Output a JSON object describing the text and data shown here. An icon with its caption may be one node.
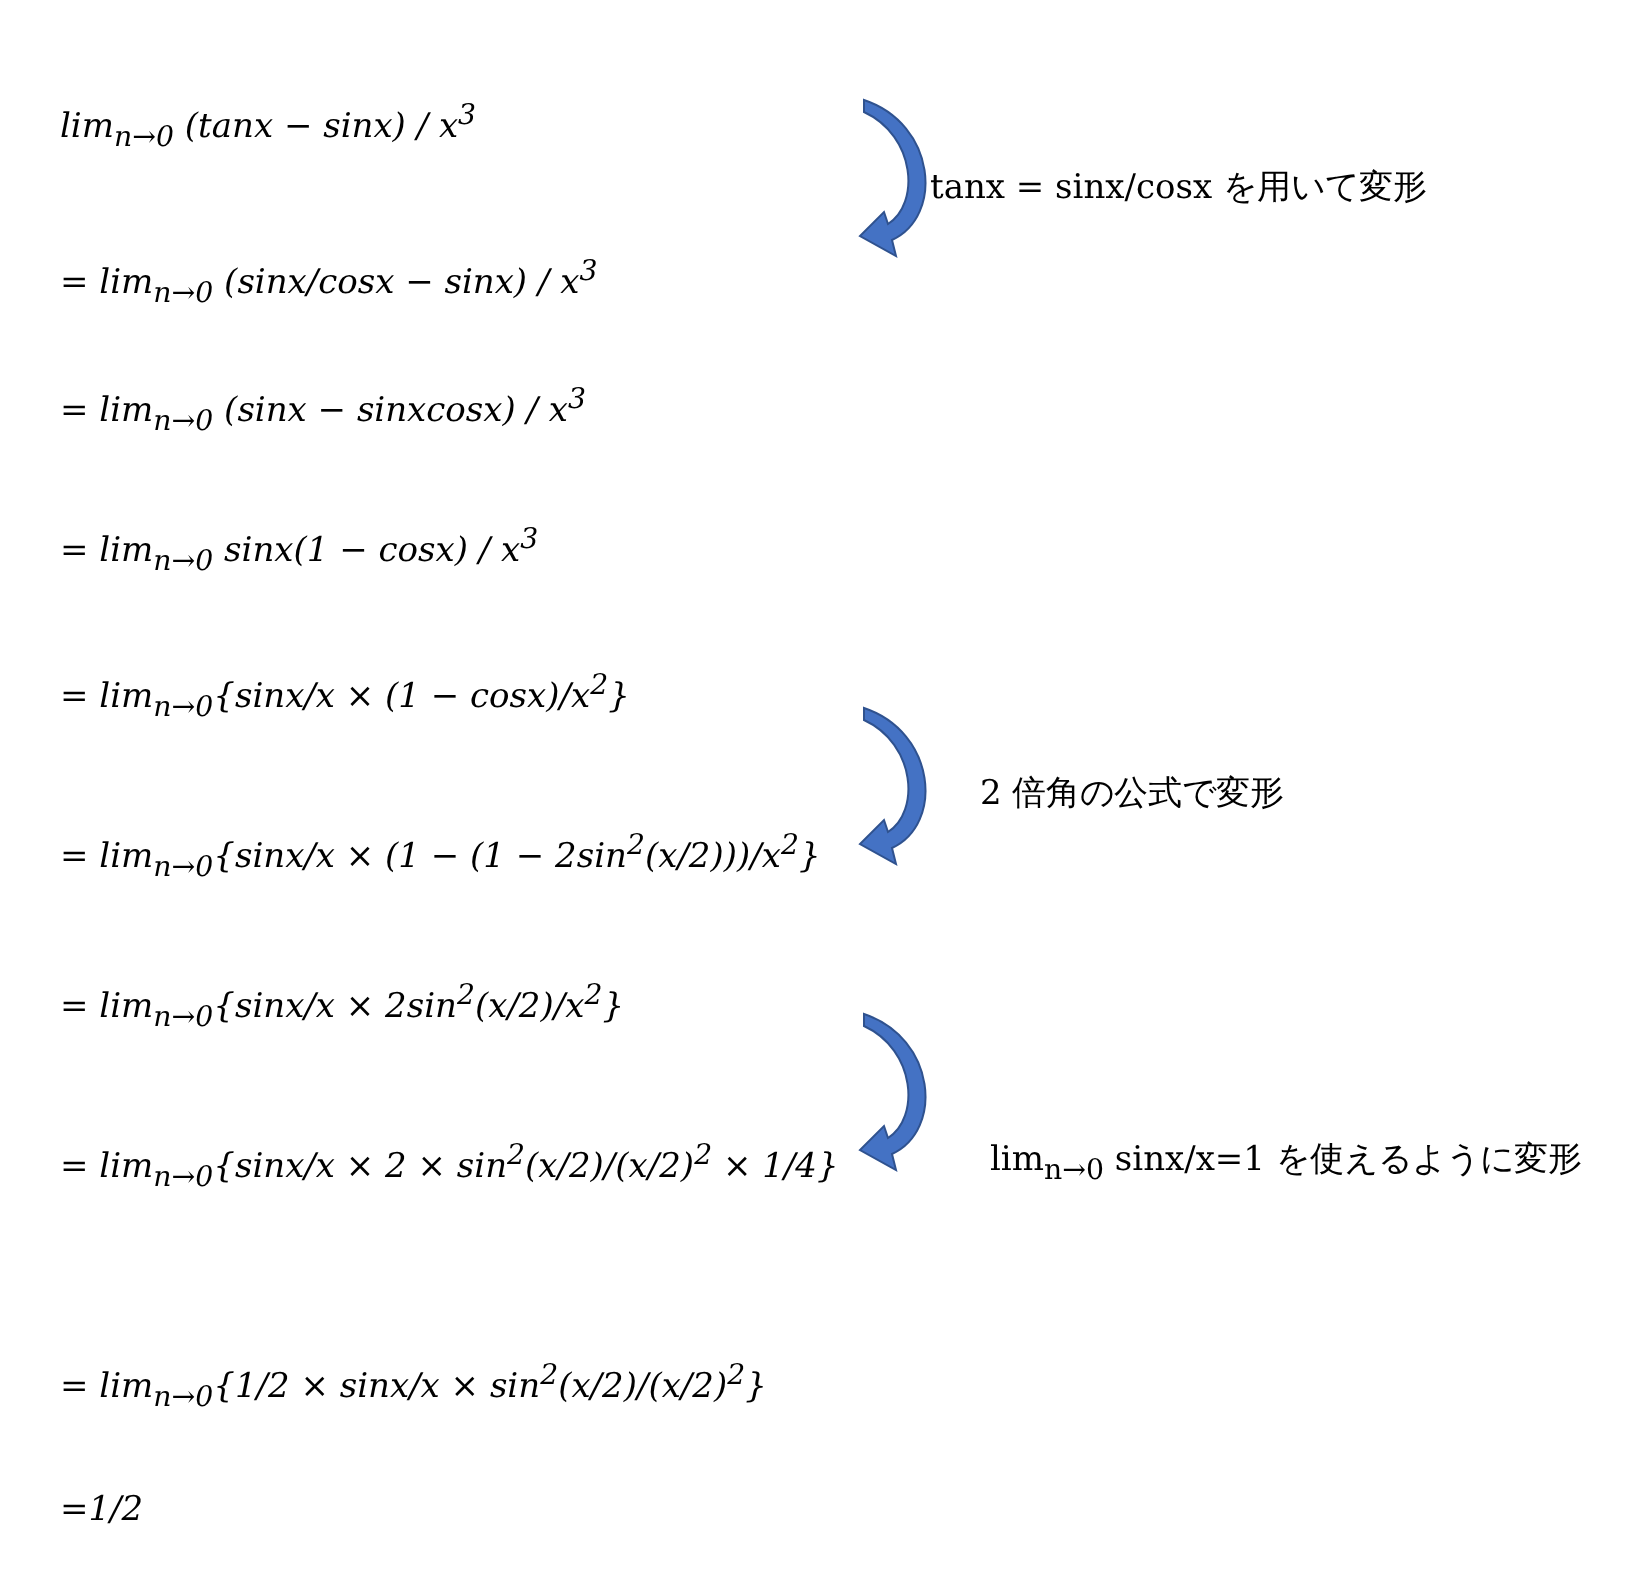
{
  "diagram": {
    "labels": [
      "lim$_{n→0}$ (tanx − sinx) / x$^{3}$",
      "tanx = sinx/cosx を用いて変形",
      "= lim$_{n→0}$ (sinx/cosx − sinx) / x$^{3}$",
      "= lim$_{n→0}$ (sinx − sinxcosx) / x$^{3}$",
      "= lim$_{n→0}$ sinx(1 − cosx) / x$^{3}$",
      "= lim$_{n→0}${sinx/x × (1 − cosx)/x$^{2}$}",
      "2 倍角の公式で変形",
      "= lim$_{n→0}${sinx/x × (1 − (1 − 2sin$^{2}$(x/2)))/x$^{2}$}",
      "= lim$_{n→0}${sinx/x × 2sin$^{2}$(x/2)/x$^{2}$}",
      "= lim$_{n→0}${sinx/x × 2 × sin$^{2}$(x/2)/(x/2)$^{2}$ × 1/4}",
      "lim$_{n→0}$ sinx/x=1 を使えるように変形",
      "= lim$_{n→0}${1/2 × sinx/x × sin$^{2}$(x/2)/(x/2)$^{2}$}",
      "=1/2"
    ]
  }
}
